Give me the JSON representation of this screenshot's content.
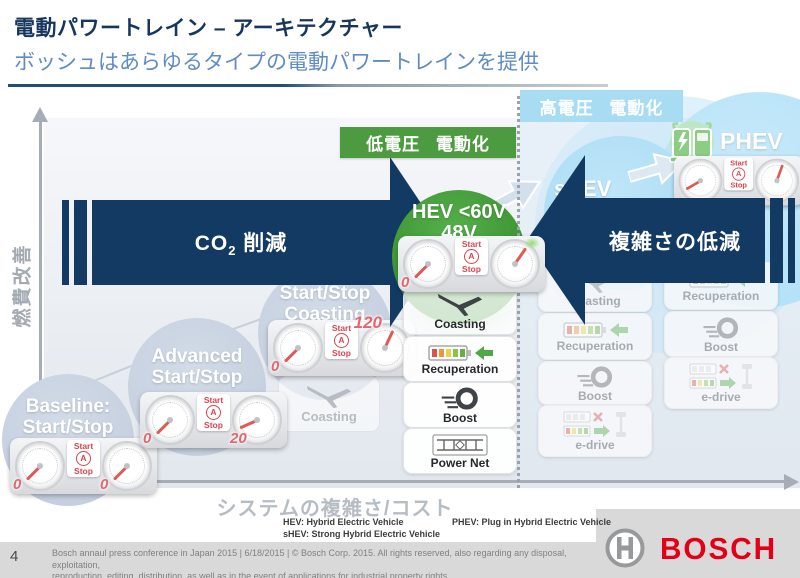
{
  "slide": {
    "title": "電動パワートレイン – アーキテクチャー",
    "subtitle": "ボッシュはあらゆるタイプの電動パワートレインを提供",
    "page_number": "4"
  },
  "axes": {
    "y_label": "燃費改善",
    "x_label": "システムの複雑さ/コスト"
  },
  "banners": {
    "low_voltage": "低電圧 電動化",
    "high_voltage": "高電圧 電動化"
  },
  "arrows": {
    "co2_pre": "CO",
    "co2_sub": "2",
    "co2_post": " 削減",
    "complexity": "複雑さの低減"
  },
  "bubbles": {
    "baseline_line1": "Baseline:",
    "baseline_line2": "Start/Stop",
    "advanced_line1": "Advanced",
    "advanced_line2": "Start/Stop",
    "coasting_line1": "Start/Stop",
    "coasting_line2": "Coasting",
    "hev_line1": "HEV <60V",
    "hev_line2": "48V",
    "shev_label": "sHEV",
    "phev_label": "PHEV"
  },
  "gauges": {
    "start_label": "Start",
    "a_label": "A",
    "stop_label": "Stop",
    "baseline_tach": "0",
    "baseline_speed": "0",
    "advanced_tach": "0",
    "advanced_speed": "20",
    "coasting_tach": "0",
    "coasting_speed": "120",
    "hev_tach": "0"
  },
  "features": {
    "hev": [
      "Coasting",
      "Recuperation",
      "Boost",
      "Power Net"
    ],
    "shev": [
      "Coasting",
      "Recuperation",
      "Boost",
      "e-drive"
    ],
    "phev": [
      "Recuperation",
      "Boost",
      "e-drive"
    ],
    "ghost_coasting": "Coasting"
  },
  "legend": {
    "hev": "HEV: Hybrid Electric Vehicle",
    "shev": "sHEV: Strong Hybrid Electric Vehicle",
    "phev": "PHEV: Plug in Hybrid Electric Vehicle"
  },
  "footer": {
    "line1": "Bosch annaul press conference in Japan 2015 | 6/18/2015 | © Bosch Corp. 2015. All rights reserved, also regarding any disposal, exploitation,",
    "line2": "reproduction, editing, distribution, as well as in the event of applications for industrial property rights.",
    "brand": "BOSCH"
  },
  "colors": {
    "navy": "#133a63",
    "title_navy": "#17365d",
    "subtitle_blue": "#5f8dc3",
    "green_banner": "#4d9b40",
    "hev_green": "#3b9232",
    "light_blue": "#a8dcf3",
    "bubble_gray": "#c0cbdc",
    "bosch_red": "#e30016"
  }
}
